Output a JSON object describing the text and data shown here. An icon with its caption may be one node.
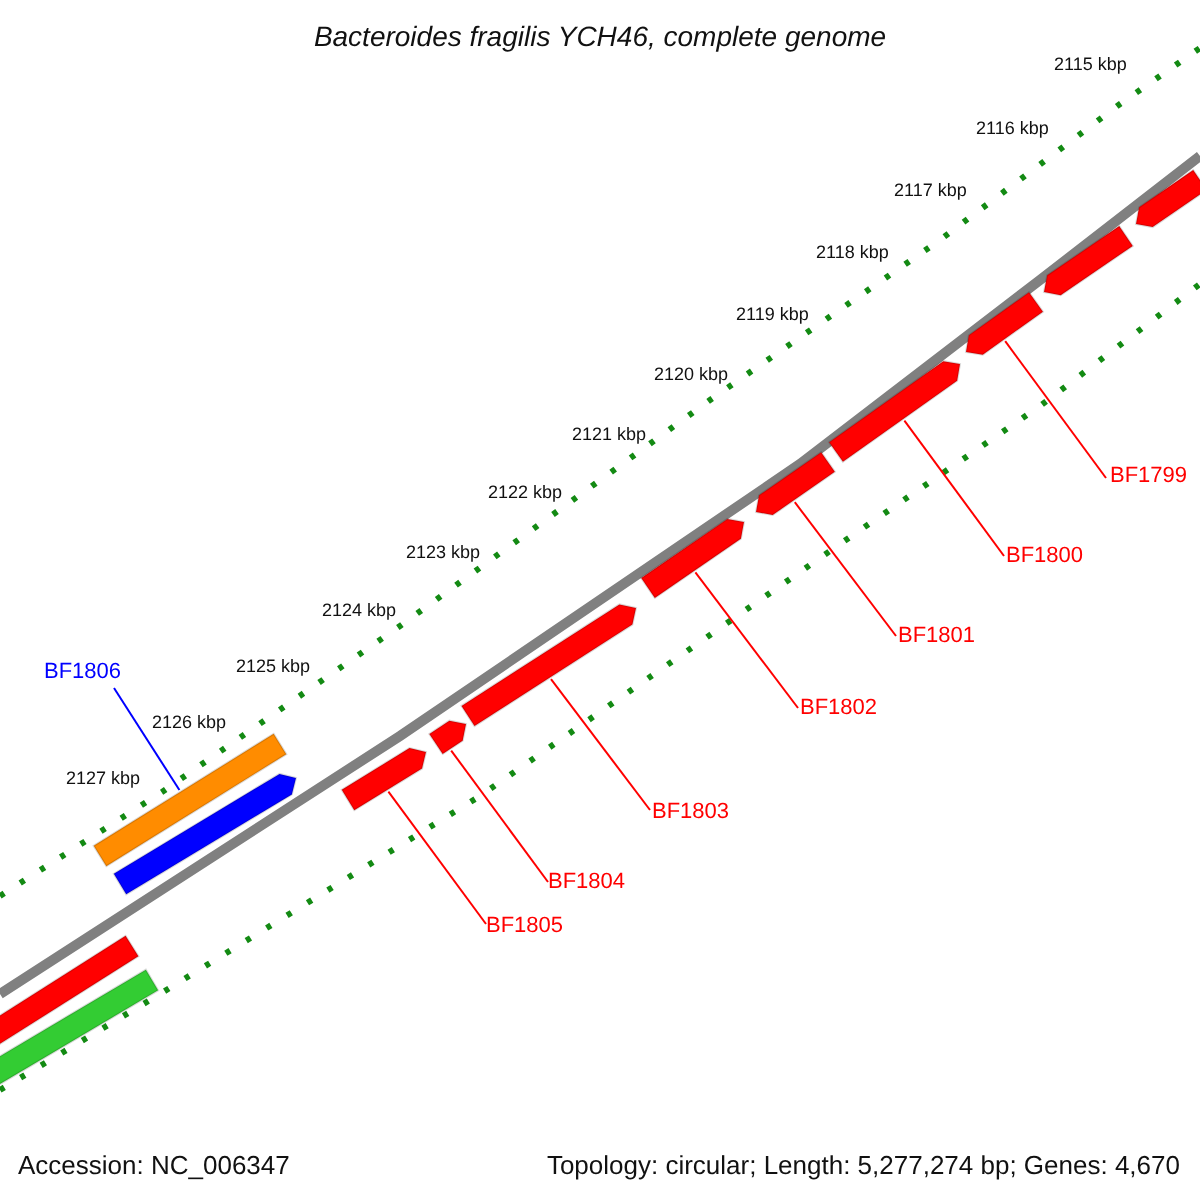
{
  "diagram": {
    "title": "Bacteroides fragilis YCH46, complete genome",
    "nodes": [
      {
        "text": [],
        "shape": "bar"
      },
      {
        "text": [],
        "shape": "bar"
      },
      {
        "text": [],
        "shape": "bar"
      },
      {
        "text": [],
        "shape": "bar"
      },
      {
        "text": [],
        "shape": "bar"
      },
      {
        "text": [],
        "shape": "bar"
      },
      {
        "text": [],
        "shape": "bar"
      },
      {
        "text": [],
        "shape": "bar"
      },
      {
        "text": [],
        "shape": "bar"
      },
      {
        "text": [],
        "shape": "bar"
      },
      {
        "text": [],
        "shape": "bar"
      },
      {
        "text": [],
        "shape": "bar"
      },
      {
        "text": [],
        "shape": "bar"
      },
      {
        "text": [
          "BF1799"
        ]
      },
      {
        "text": [
          "BF1800"
        ]
      },
      {
        "text": [
          "BF1801"
        ]
      },
      {
        "text": [
          "BF1802"
        ]
      },
      {
        "text": [
          "BF1803"
        ]
      },
      {
        "text": [
          "BF1804"
        ]
      },
      {
        "text": [
          "BF1805"
        ]
      },
      {
        "text": [
          "BF1806"
        ]
      }
    ],
    "edges": [
      {
        "from": 13,
        "to": 2,
        "arrow": "none"
      },
      {
        "from": 14,
        "to": 3,
        "arrow": "none"
      },
      {
        "from": 15,
        "to": 4,
        "arrow": "none"
      },
      {
        "from": 16,
        "to": 5,
        "arrow": "none"
      },
      {
        "from": 17,
        "to": 6,
        "arrow": "none"
      },
      {
        "from": 18,
        "to": 7,
        "arrow": "none"
      },
      {
        "from": 19,
        "to": 8,
        "arrow": "none"
      },
      {
        "from": 20,
        "to": 9,
        "arrow": "none",
        "color": "#0000ff"
      }
    ],
    "labels": [
      "2115 kbp",
      "2116 kbp",
      "2117 kbp",
      "2118 kbp",
      "2119 kbp",
      "2120 kbp",
      "2121 kbp",
      "2122 kbp",
      "2123 kbp",
      "2124 kbp",
      "2125 kbp",
      "2126 kbp",
      "2127 kbp",
      "Accession: NC_006347",
      "Topology: circular; Length: 5,277,274 bp; Genes: 4,670"
    ]
  }
}
